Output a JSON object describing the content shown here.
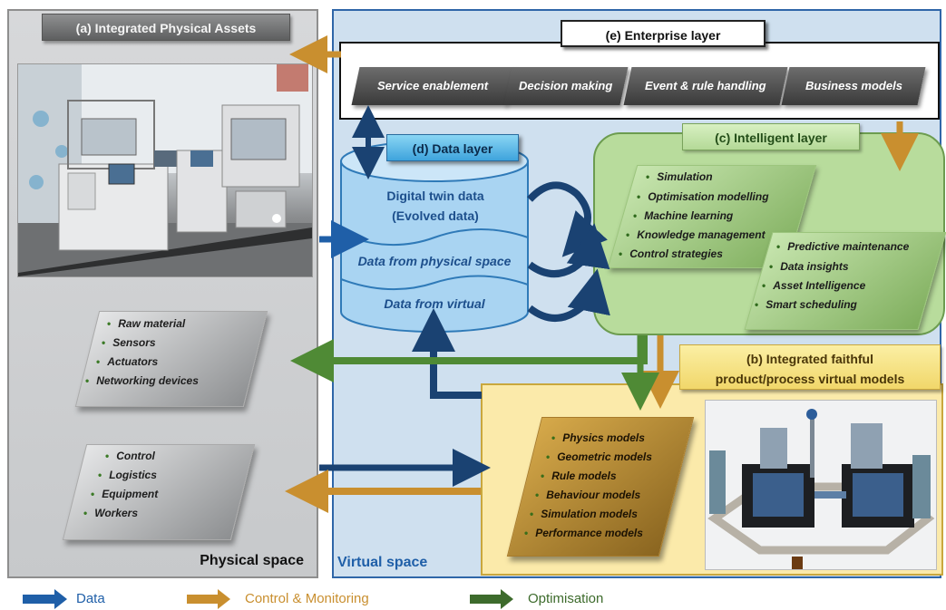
{
  "physical_space": {
    "title": "(a) Integrated Physical Assets",
    "label": "Physical space",
    "assets_panel": [
      "Raw material",
      "Sensors",
      "Actuators",
      "Networking devices"
    ],
    "operations_panel": [
      "Control",
      "Logistics",
      "Equipment",
      "Workers"
    ]
  },
  "virtual_space": {
    "label": "Virtual space"
  },
  "enterprise_layer": {
    "title": "(e) Enterprise layer",
    "items": [
      "Service enablement",
      "Decision making",
      "Event & rule handling",
      "Business models"
    ]
  },
  "data_layer": {
    "title": "(d) Data layer",
    "digital_twin_line1": "Digital twin data",
    "digital_twin_line2": "(Evolved data)",
    "physical_data": "Data from physical space",
    "virtual_data": "Data from virtual"
  },
  "intelligent_layer": {
    "title": "(c) Intelligent layer",
    "left_items": [
      "Simulation",
      "Optimisation modelling",
      "Machine learning",
      "Knowledge management",
      "Control strategies"
    ],
    "right_items": [
      "Predictive maintenance",
      "Data insights",
      "Asset Intelligence",
      "Smart scheduling"
    ]
  },
  "virtual_models": {
    "title_line1": "(b) Integrated faithful",
    "title_line2": "product/process virtual models",
    "items": [
      "Physics models",
      "Geometric models",
      "Rule models",
      "Behaviour models",
      "Simulation models",
      "Performance models"
    ]
  },
  "legend": [
    {
      "label": "Data",
      "color": "#1f5fa8"
    },
    {
      "label": "Control & Monitoring",
      "color": "#c98f2f"
    },
    {
      "label": "Optimisation",
      "color": "#3d6b2c"
    }
  ],
  "colors": {
    "data": "#1f5fa8",
    "control": "#c98f2f",
    "optimisation": "#4f8a35"
  }
}
